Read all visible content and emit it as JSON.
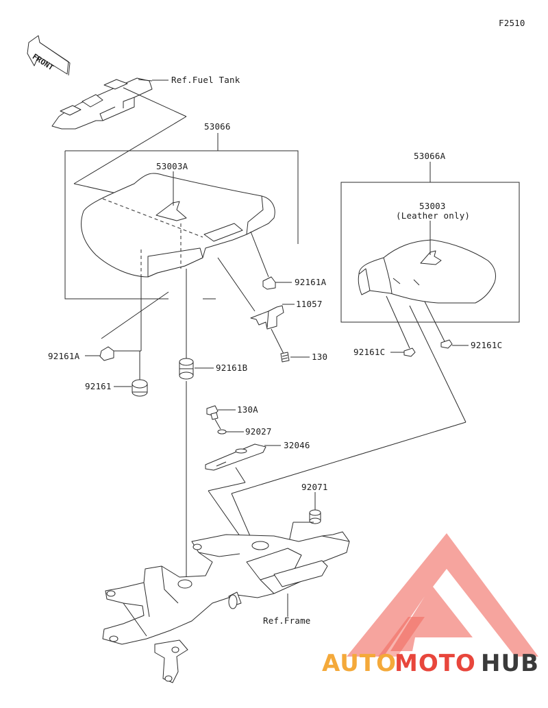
{
  "figure_code": "F2510",
  "front_label": "FRONT",
  "refs": {
    "fuel_tank": "Ref.Fuel Tank",
    "frame": "Ref.Frame"
  },
  "parts": {
    "seat_assy": "53066",
    "seat_assy_a": "53066A",
    "seat_cover_front": "53003A",
    "seat_cover_rear": "53003",
    "leather_note": "(Leather only)",
    "damper_a": "92161A",
    "damper_a_left": "92161A",
    "bracket": "11057",
    "bolt": "130",
    "damper_b": "92161B",
    "damper": "92161",
    "damper_c_left": "92161C",
    "damper_c_right": "92161C",
    "bolt_a": "130A",
    "washer": "92027",
    "plate": "32046",
    "collar": "92071"
  },
  "watermark": {
    "part1": "AUTO",
    "part2": "MOTO",
    "part3": "HUB",
    "color_primary": "#f4a93a",
    "color_accent": "#e8463c",
    "color_dark": "#3a3a3a",
    "logo_color": "#ef5a4e"
  }
}
